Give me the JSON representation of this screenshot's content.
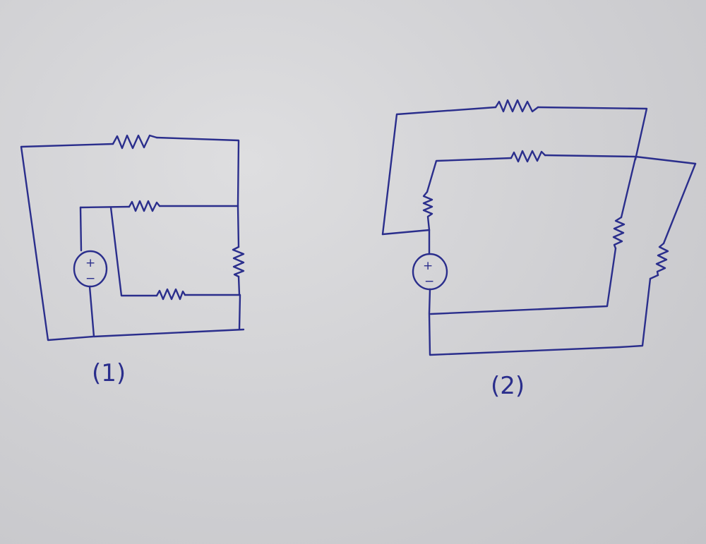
{
  "colors": {
    "ink": "#2b2d8c",
    "paper": "#d6d6d9"
  },
  "figures": [
    {
      "label": "(1)",
      "components": [
        "resistor-top",
        "resistor-middle",
        "resistor-right",
        "resistor-bottom",
        "voltage-source"
      ],
      "source_signs": {
        "plus": "+",
        "minus": "−"
      }
    },
    {
      "label": "(2)",
      "components": [
        "resistor-top",
        "resistor-second",
        "resistor-left",
        "resistor-center-vertical",
        "resistor-right-vertical",
        "voltage-source"
      ],
      "source_signs": {
        "plus": "+",
        "minus": "−"
      }
    }
  ]
}
